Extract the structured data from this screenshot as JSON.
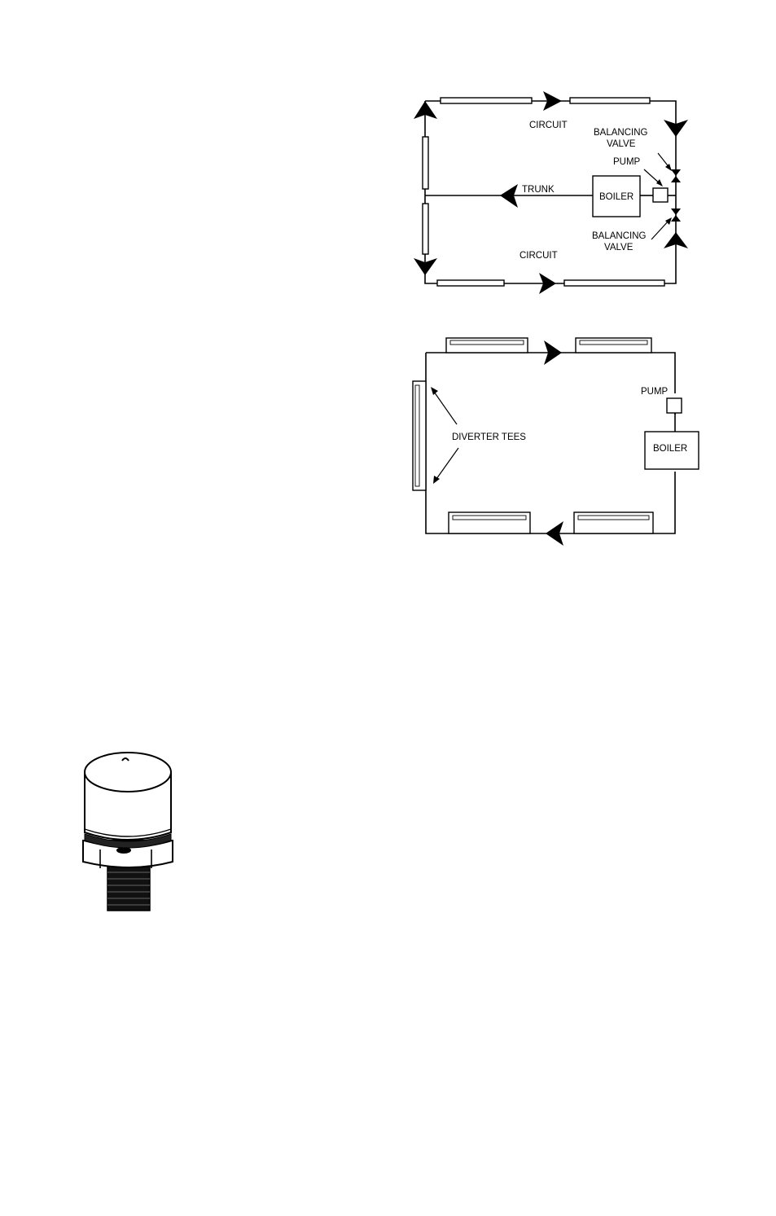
{
  "diagram_1": {
    "labels": {
      "circuit_top": "CIRCUIT",
      "balancing_valve_top": [
        "BALANCING",
        "VALVE"
      ],
      "pump": "PUMP",
      "trunk": "TRUNK",
      "boiler": "BOILER",
      "balancing_valve_bottom": [
        "BALANCING",
        "VALVE"
      ],
      "circuit_bottom": "CIRCUIT"
    }
  },
  "diagram_2": {
    "labels": {
      "pump": "PUMP",
      "diverter_tees": "DIVERTER TEES",
      "boiler": "BOILER"
    }
  },
  "illustration": {
    "icon": "pressure-switch-icon"
  }
}
